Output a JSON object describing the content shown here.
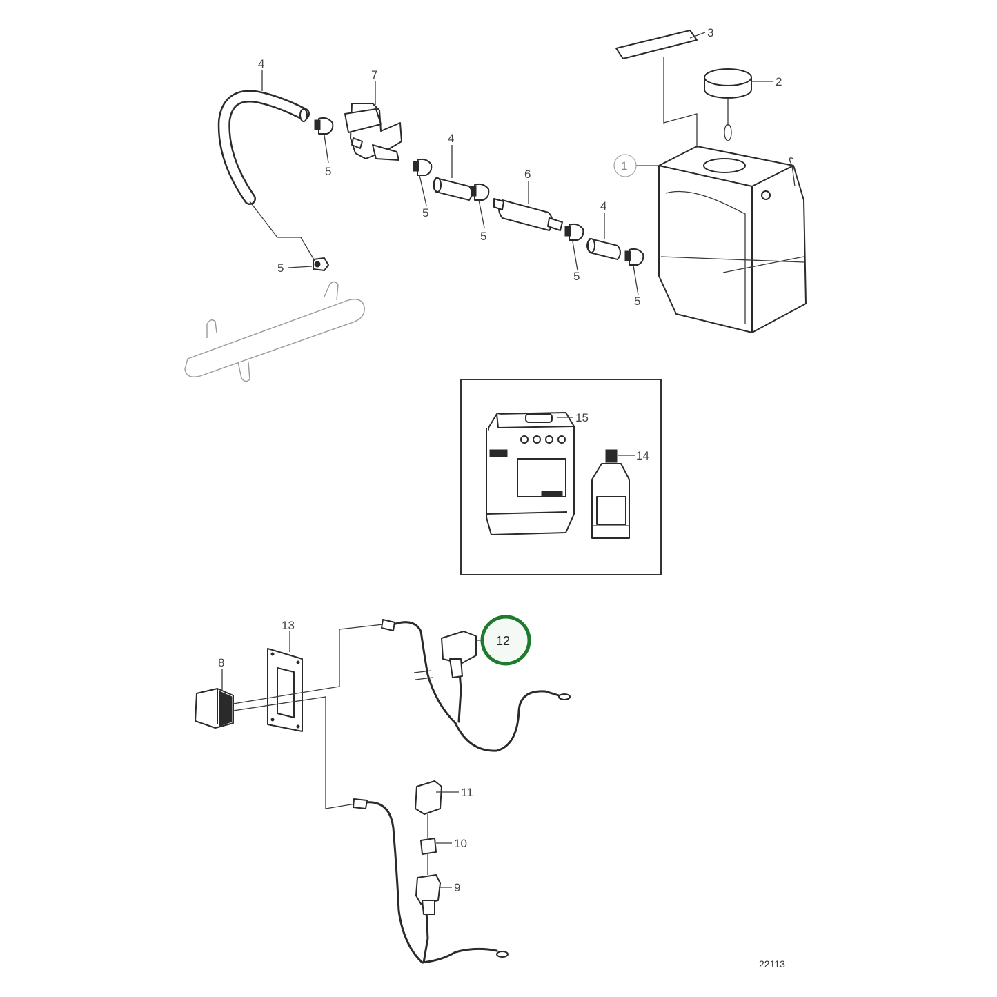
{
  "diagram": {
    "reference_number": "22113",
    "highlight_color": "#1f7a2e",
    "callouts": [
      {
        "id": "c1",
        "label": "1"
      },
      {
        "id": "c2",
        "label": "2"
      },
      {
        "id": "c3",
        "label": "3"
      },
      {
        "id": "c4a",
        "label": "4"
      },
      {
        "id": "c4b",
        "label": "4"
      },
      {
        "id": "c4c",
        "label": "4"
      },
      {
        "id": "c5a",
        "label": "5"
      },
      {
        "id": "c5b",
        "label": "5"
      },
      {
        "id": "c5c",
        "label": "5"
      },
      {
        "id": "c5d",
        "label": "5"
      },
      {
        "id": "c5e",
        "label": "5"
      },
      {
        "id": "c5f",
        "label": "5"
      },
      {
        "id": "c6",
        "label": "6"
      },
      {
        "id": "c7",
        "label": "7"
      },
      {
        "id": "c8",
        "label": "8"
      },
      {
        "id": "c9",
        "label": "9"
      },
      {
        "id": "c10",
        "label": "10"
      },
      {
        "id": "c11",
        "label": "11"
      },
      {
        "id": "c12",
        "label": "12",
        "highlighted": true
      },
      {
        "id": "c13",
        "label": "13"
      },
      {
        "id": "c14",
        "label": "14"
      },
      {
        "id": "c15",
        "label": "15"
      }
    ]
  }
}
